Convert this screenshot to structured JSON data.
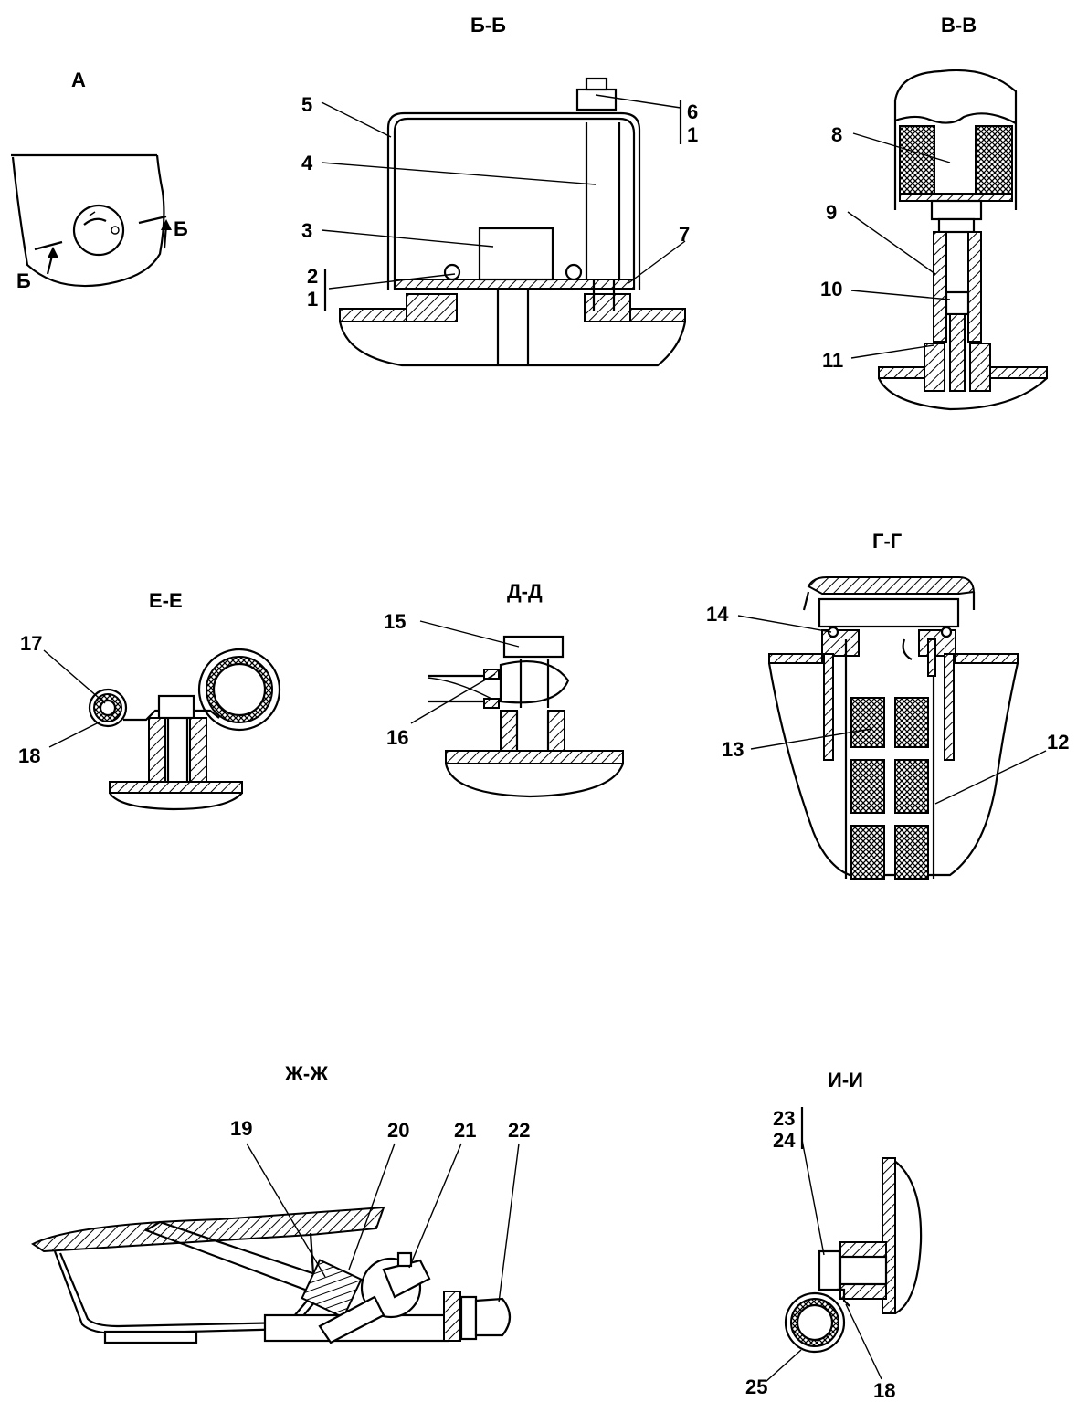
{
  "views": {
    "a": "А",
    "bb": "Б-Б",
    "vv": "В-В",
    "gg": "Г-Г",
    "dd": "Д-Д",
    "ee": "Е-Е",
    "zhzh": "Ж-Ж",
    "ii": "И-И"
  },
  "cut_marks": {
    "b_left": "Б",
    "b_right": "Б"
  },
  "callouts": {
    "n1a": "1",
    "n1b": "1",
    "n2": "2",
    "n3": "3",
    "n4": "4",
    "n5": "5",
    "n6": "6",
    "n7": "7",
    "n8": "8",
    "n9": "9",
    "n10": "10",
    "n11": "11",
    "n12": "12",
    "n13": "13",
    "n14": "14",
    "n15": "15",
    "n16": "16",
    "n17": "17",
    "n18a": "18",
    "n18b": "18",
    "n19": "19",
    "n20": "20",
    "n21": "21",
    "n22": "22",
    "n23": "23",
    "n24": "24",
    "n25": "25"
  }
}
